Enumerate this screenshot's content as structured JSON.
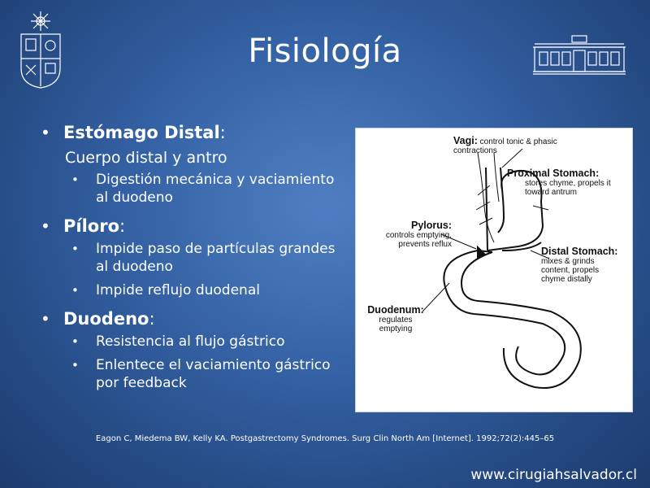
{
  "slide": {
    "title": "Fisiología",
    "bullets": [
      {
        "head": "Estómago Distal",
        "colon": ":",
        "sub": "Cuerpo distal y antro",
        "items": [
          "Digestión mecánica y vaciamiento al duodeno"
        ]
      },
      {
        "head": "Píloro",
        "colon": ":",
        "items": [
          "Impide paso de partículas grandes al duodeno",
          "Impide reflujo duodenal"
        ]
      },
      {
        "head": "Duodeno",
        "colon": ":",
        "items": [
          "Resistencia al flujo gástrico",
          "Enlentece el vaciamiento gástrico por feedback"
        ]
      }
    ],
    "citation": "Eagon C, Miedema BW, Kelly KA. Postgastrectomy Syndromes. Surg Clin North Am [Internet]. 1992;72(2):445–65",
    "website": "www.cirugiahsalvador.cl"
  },
  "diagram": {
    "vagi": {
      "title": "Vagi:",
      "text": "control tonic & phasic contractions"
    },
    "proximal": {
      "title": "Proximal Stomach:",
      "text": "stores chyme, propels it toward antrum"
    },
    "pylorus": {
      "title": "Pylorus:",
      "text": "controls emptying, prevents reflux"
    },
    "distal": {
      "title": "Distal Stomach:",
      "text": "mixes & grinds content, propels chyme distally"
    },
    "duodenum": {
      "title": "Duodenum:",
      "text": "regulates emptying"
    }
  },
  "colors": {
    "background": "#3563a6",
    "text": "#ffffff",
    "diagram_ink": "#111111"
  }
}
